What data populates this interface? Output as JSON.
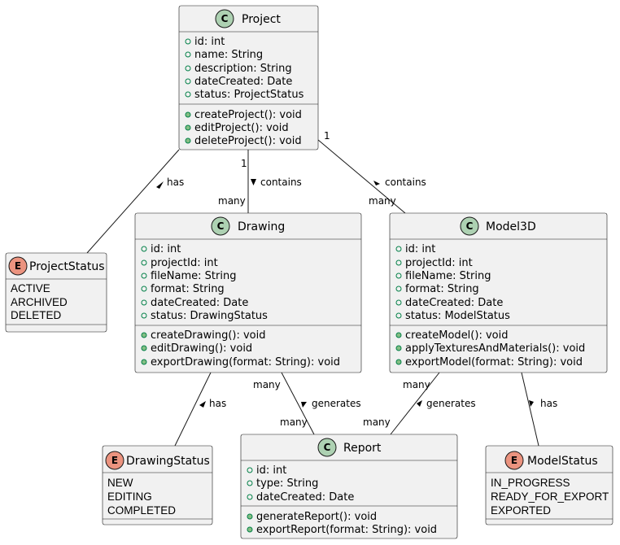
{
  "colors": {
    "class_fill": "#f1f1f1",
    "border": "#181818",
    "class_icon": "#add1b2",
    "enum_icon": "#eb937f",
    "field_dot": "#038048",
    "method_dot": "#84be84"
  },
  "classes": {
    "project": {
      "icon": "C",
      "name": "Project",
      "fields": [
        "id: int",
        "name: String",
        "description: String",
        "dateCreated: Date",
        "status: ProjectStatus"
      ],
      "methods": [
        "createProject(): void",
        "editProject(): void",
        "deleteProject(): void"
      ]
    },
    "drawing": {
      "icon": "C",
      "name": "Drawing",
      "fields": [
        "id: int",
        "projectId: int",
        "fileName: String",
        "format: String",
        "dateCreated: Date",
        "status: DrawingStatus"
      ],
      "methods": [
        "createDrawing(): void",
        "editDrawing(): void",
        "exportDrawing(format: String): void"
      ]
    },
    "model3d": {
      "icon": "C",
      "name": "Model3D",
      "fields": [
        "id: int",
        "projectId: int",
        "fileName: String",
        "format: String",
        "dateCreated: Date",
        "status: ModelStatus"
      ],
      "methods": [
        "createModel(): void",
        "applyTexturesAndMaterials(): void",
        "exportModel(format: String): void"
      ]
    },
    "report": {
      "icon": "C",
      "name": "Report",
      "fields": [
        "id: int",
        "type: String",
        "dateCreated: Date"
      ],
      "methods": [
        "generateReport(): void",
        "exportReport(format: String): void"
      ]
    }
  },
  "enums": {
    "project_status": {
      "icon": "E",
      "name": "ProjectStatus",
      "values": [
        "ACTIVE",
        "ARCHIVED",
        "DELETED"
      ]
    },
    "drawing_status": {
      "icon": "E",
      "name": "DrawingStatus",
      "values": [
        "NEW",
        "EDITING",
        "COMPLETED"
      ]
    },
    "model_status": {
      "icon": "E",
      "name": "ModelStatus",
      "values": [
        "IN_PROGRESS",
        "READY_FOR_EXPORT",
        "EXPORTED"
      ]
    }
  },
  "relations": {
    "project_status": {
      "label": "has"
    },
    "project_drawing": {
      "label": "contains",
      "from_mult": "1",
      "to_mult": "many"
    },
    "project_model": {
      "label": "contains",
      "from_mult": "1",
      "to_mult": "many"
    },
    "drawing_status": {
      "label": "has"
    },
    "drawing_report": {
      "label": "generates",
      "from_mult": "many",
      "to_mult": "many"
    },
    "model_report": {
      "label": "generates",
      "from_mult": "many",
      "to_mult": "many"
    },
    "model_status": {
      "label": "has"
    }
  }
}
